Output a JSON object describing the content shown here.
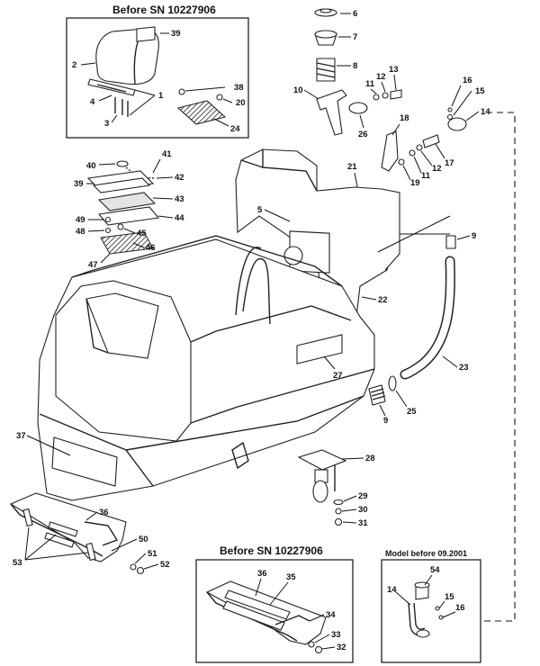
{
  "insets": {
    "top_title": "Before SN 10227906",
    "bottom_title": "Before SN 10227906",
    "right_title": "Model before 09.2001"
  },
  "callouts": [
    "1",
    "2",
    "3",
    "4",
    "5",
    "6",
    "7",
    "8",
    "9",
    "10",
    "11",
    "12",
    "13",
    "14",
    "15",
    "16",
    "17",
    "18",
    "19",
    "20",
    "21",
    "22",
    "23",
    "24",
    "25",
    "26",
    "27",
    "28",
    "29",
    "30",
    "31",
    "32",
    "33",
    "34",
    "35",
    "36",
    "37",
    "38",
    "39",
    "40",
    "41",
    "42",
    "43",
    "44",
    "45",
    "46",
    "47",
    "48",
    "49",
    "50",
    "51",
    "52",
    "53",
    "54"
  ],
  "labels": {
    "top_inset": {
      "l39": "39",
      "l2": "2",
      "l1": "1",
      "l4": "4",
      "l3": "3",
      "l38": "38",
      "l20": "20",
      "l24": "24"
    },
    "main": {
      "l6": "6",
      "l7": "7",
      "l8": "8",
      "l10": "10",
      "l11a": "11",
      "l12a": "12",
      "l13": "13",
      "l16": "16",
      "l15": "15",
      "l14": "14",
      "l26": "26",
      "l18": "18",
      "l21": "21",
      "l19": "19",
      "l11b": "11",
      "l12b": "12",
      "l17": "17",
      "l40": "40",
      "l41": "41",
      "l42": "42",
      "l39": "39",
      "l43": "43",
      "l44": "44",
      "l49": "49",
      "l45": "45",
      "l48": "48",
      "l46": "46",
      "l47": "47",
      "l5": "5",
      "l9a": "9",
      "l22": "22",
      "l23": "23",
      "l27": "27",
      "l25": "25",
      "l9b": "9",
      "l37": "37",
      "l28": "28",
      "l29": "29",
      "l30": "30",
      "l31": "31",
      "l36": "36",
      "l50": "50",
      "l51": "51",
      "l52": "52",
      "l53": "53"
    },
    "bottom_inset": {
      "l36": "36",
      "l35": "35",
      "l34": "34",
      "l33": "33",
      "l32": "32"
    },
    "right_inset": {
      "l54": "54",
      "l14": "14",
      "l15": "15",
      "l16": "16"
    }
  }
}
